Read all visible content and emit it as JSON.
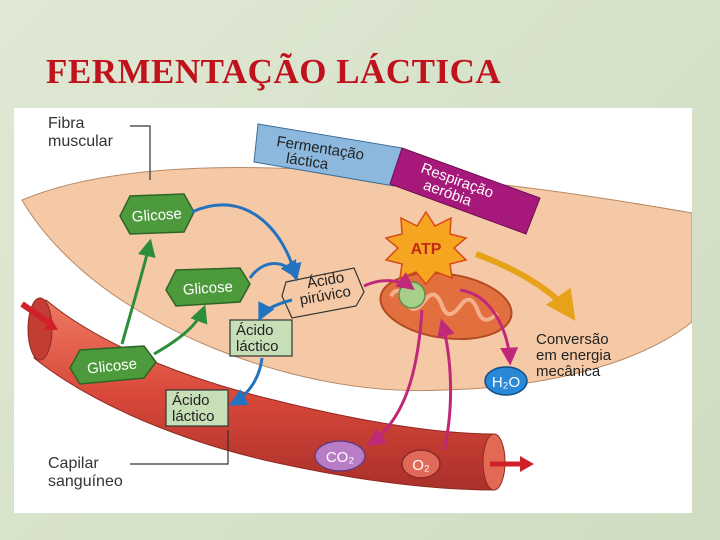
{
  "title": "FERMENTAÇÃO LÁCTICA",
  "labels": {
    "fibra": [
      "Fibra",
      "muscular"
    ],
    "capilar": [
      "Capilar",
      "sanguíneo"
    ],
    "fermentacao": [
      "Fermentação",
      "láctica"
    ],
    "respiracao": [
      "Respiração",
      "aeróbia"
    ],
    "atp": "ATP",
    "glicose_top": "Glicose",
    "glicose_mid": "Glicose",
    "glicose_low": "Glicose",
    "acido_piruvico": [
      "Ácido",
      "pirúvico"
    ],
    "acido_lactico_mid": [
      "Ácido",
      "láctico"
    ],
    "acido_lactico_low": [
      "Ácido",
      "láctico"
    ],
    "conversao": [
      "Conversão",
      "em energia",
      "mecânica"
    ],
    "h2o": "H₂O",
    "co2": "CO₂",
    "o2": "O₂"
  },
  "colors": {
    "title": "#c0121d",
    "muscle": "#f5c9a5",
    "capillary": "#d9483a",
    "fermentation": "#8cb8dd",
    "respiration": "#a6187a",
    "glucose": "#4d9a3c",
    "lactic": "#c7dfb7",
    "atp": "#f6a520",
    "h2o": "#2a88d8",
    "co2": "#b97cc6",
    "o2": "#e06a5a",
    "arrow_blue": "#2473c0",
    "arrow_green": "#2d8e3a",
    "arrow_magenta": "#c0287a",
    "arrow_red": "#d0202a",
    "arrow_orange": "#e7a21a"
  }
}
